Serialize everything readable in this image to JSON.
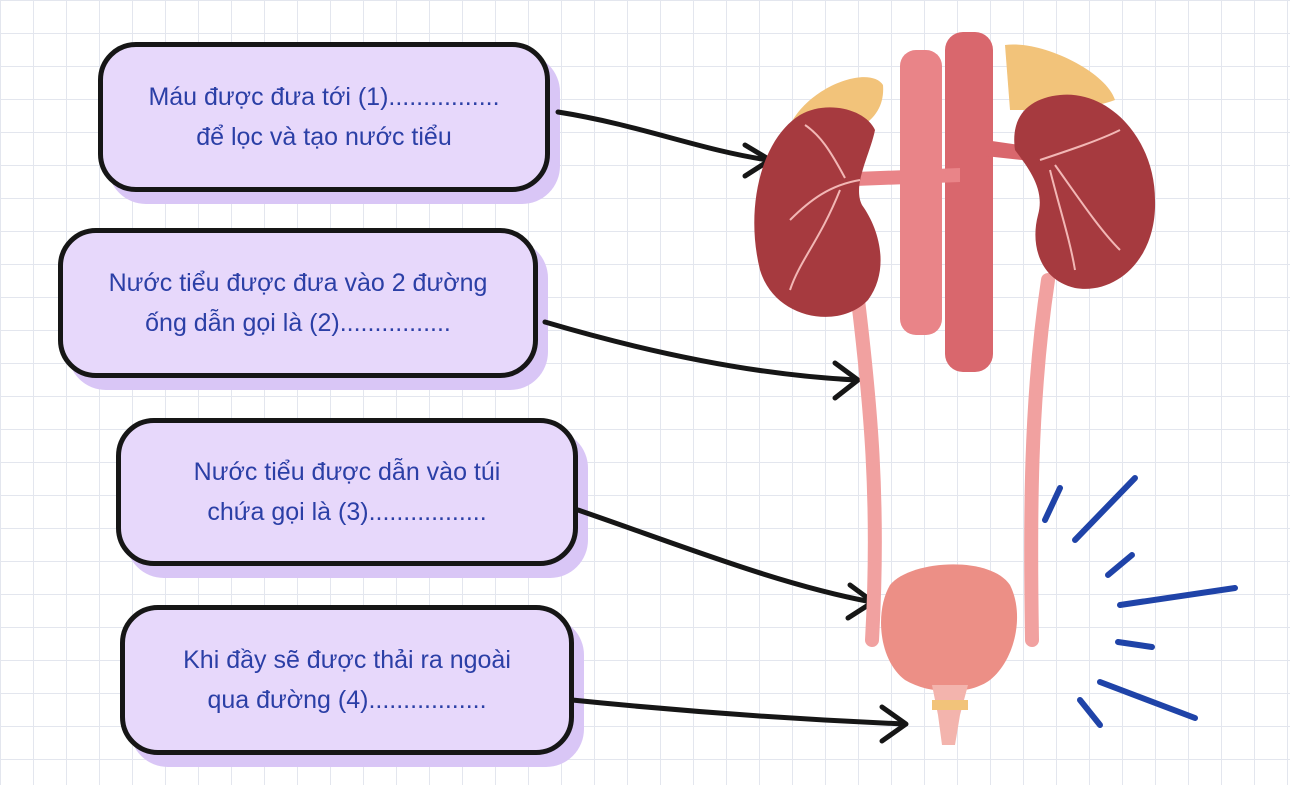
{
  "labels": [
    {
      "line1": "Máu được đưa tới (1)................",
      "line2": "để lọc và tạo nước tiểu"
    },
    {
      "line1": "Nước tiểu được đưa vào 2 đường",
      "line2": "ống dẫn gọi là (2)................"
    },
    {
      "line1": "Nước tiểu được dẫn vào túi",
      "line2": "chứa gọi là (3)................."
    },
    {
      "line1": "Khi đầy sẽ được thải ra ngoài",
      "line2": "qua đường (4)................."
    }
  ],
  "colors": {
    "box_fill": "#e7d8fb",
    "box_border": "#161616",
    "text": "#2b3fa6",
    "kidney": "#a63a3f",
    "adrenal": "#f2c37a",
    "vessel": "#e98488",
    "ureter": "#f1a1a0",
    "bladder": "#ec8f86",
    "accent_lines": "#1f43a8"
  }
}
